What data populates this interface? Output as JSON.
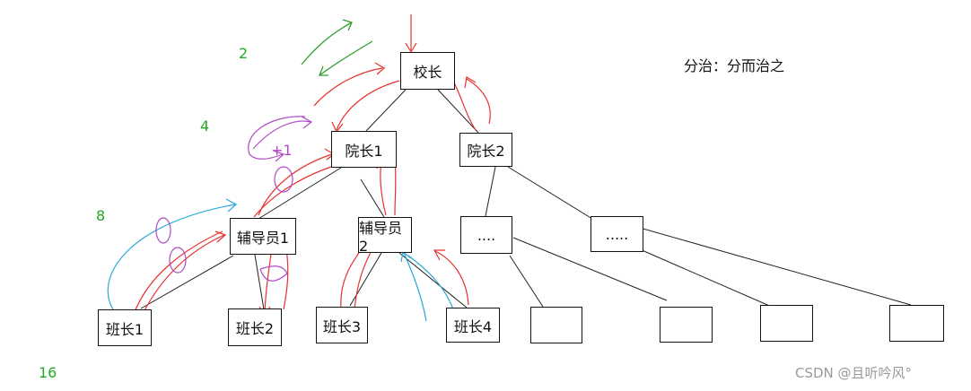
{
  "nodes": {
    "principal": "校长",
    "dean1": "院长1",
    "dean2": "院长2",
    "counselor1": "辅导员1",
    "counselor2": "辅导员2",
    "ellipsis1": "....",
    "ellipsis2": ".....",
    "monitor1": "班长1",
    "monitor2": "班长2",
    "monitor3": "班长3",
    "monitor4": "班长4",
    "empty1": "",
    "empty2": "",
    "empty3": "",
    "empty4": ""
  },
  "level_labels": [
    "2",
    "4",
    "8",
    "16"
  ],
  "note": "分治：分而治之",
  "plus_one": "+1",
  "watermark": "CSDN @且听吟风°",
  "colors": {
    "level_label": "#22aa22",
    "red_arrow": "#e8312c",
    "blue_arrow": "#2aa8d8",
    "purple_mark": "#b14bc4",
    "green_arrow": "#2ea02e"
  }
}
